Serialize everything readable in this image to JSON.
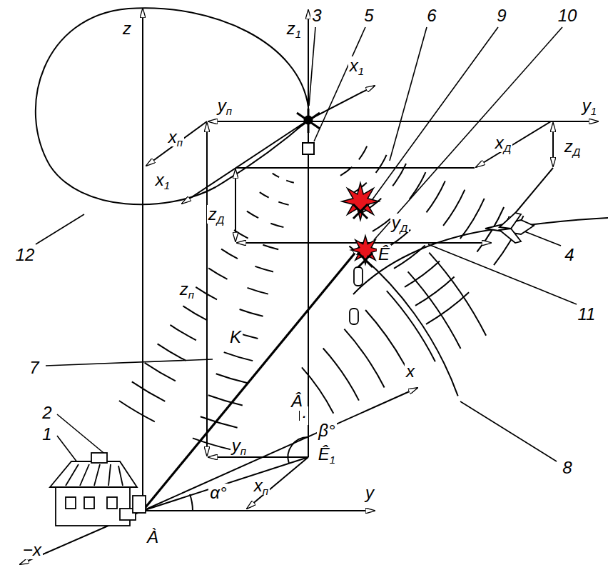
{
  "diagram": {
    "labels": [
      "z",
      "z1",
      "3",
      "x1",
      "5",
      "6",
      "9",
      "10",
      "y1",
      "yп",
      "xп",
      "x1",
      "xД",
      "zД",
      "12",
      "zД",
      "yД",
      "Ê",
      "4",
      "11",
      "zп",
      "7",
      "K",
      "x",
      "Â",
      "·",
      "β°",
      "Ê1",
      "8",
      "2",
      "1",
      "yп",
      "xп",
      "y",
      "α°",
      "À",
      "−x"
    ]
  }
}
